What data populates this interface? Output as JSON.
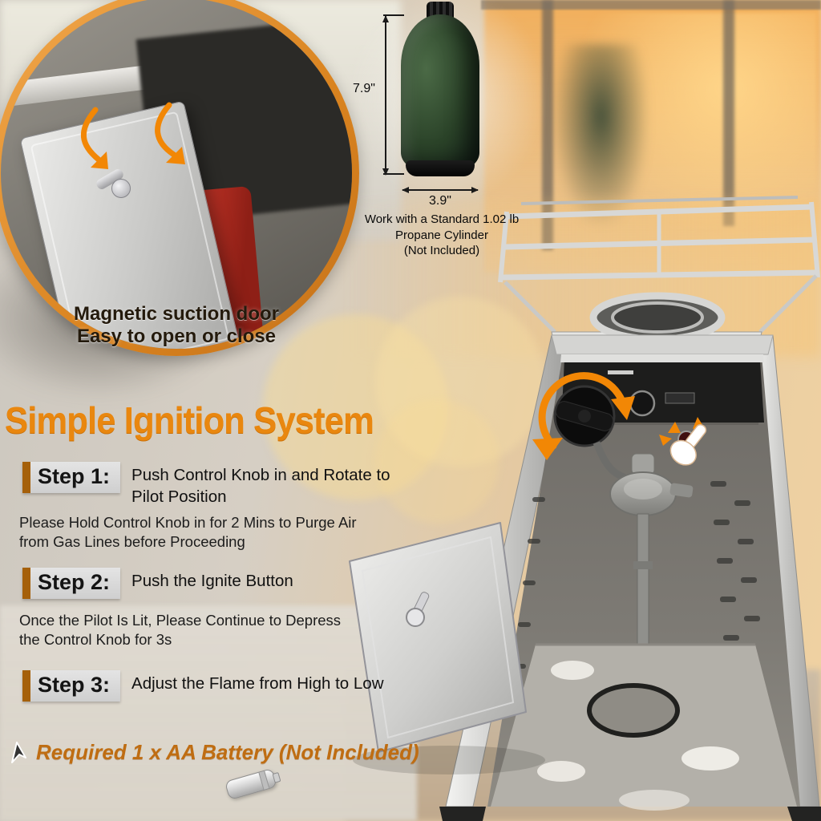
{
  "inset": {
    "caption": [
      "Magnetic suction door",
      "Easy to open or close"
    ]
  },
  "cylinder": {
    "height_label": "7.9\"",
    "width_label": "3.9\"",
    "caption": [
      "Work with a Standard 1.02 lb",
      "Propane Cylinder",
      "(Not Included)"
    ]
  },
  "title": "Simple Ignition System",
  "steps": [
    {
      "label": "Step 1:",
      "text": "Push Control Knob in and Rotate to Pilot Position",
      "note": "Please Hold Control Knob in for 2 Mins to Purge Air from Gas Lines before Proceeding"
    },
    {
      "label": "Step 2:",
      "text": "Push the Ignite Button",
      "note": "Once the Pilot Is Lit, Please Continue to Depress the Control Knob for 3s"
    },
    {
      "label": "Step 3:",
      "text": "Adjust the Flame from High to Low",
      "note": ""
    }
  ],
  "battery": {
    "label": "Required 1 x AA Battery (Not Included)"
  },
  "colors": {
    "accent_orange": "#F08300",
    "title_orange": "#E9870F",
    "step_bar_brown": "#A5600A",
    "battery_text_orange": "#BF6D12",
    "tank_red": "#B32A20",
    "cylinder_green": "#2A4228"
  },
  "icons": {
    "pointer-arrow-icon": "cursor arrow",
    "rotate-arrow-icon": "curved rotation arrow around control knob",
    "hand-click-icon": "hand pressing ignite button",
    "click-burst-icon": "orange click burst",
    "door-swing-arrows-icon": "curved arrows showing door swing",
    "aa-battery-icon": "AA battery"
  }
}
